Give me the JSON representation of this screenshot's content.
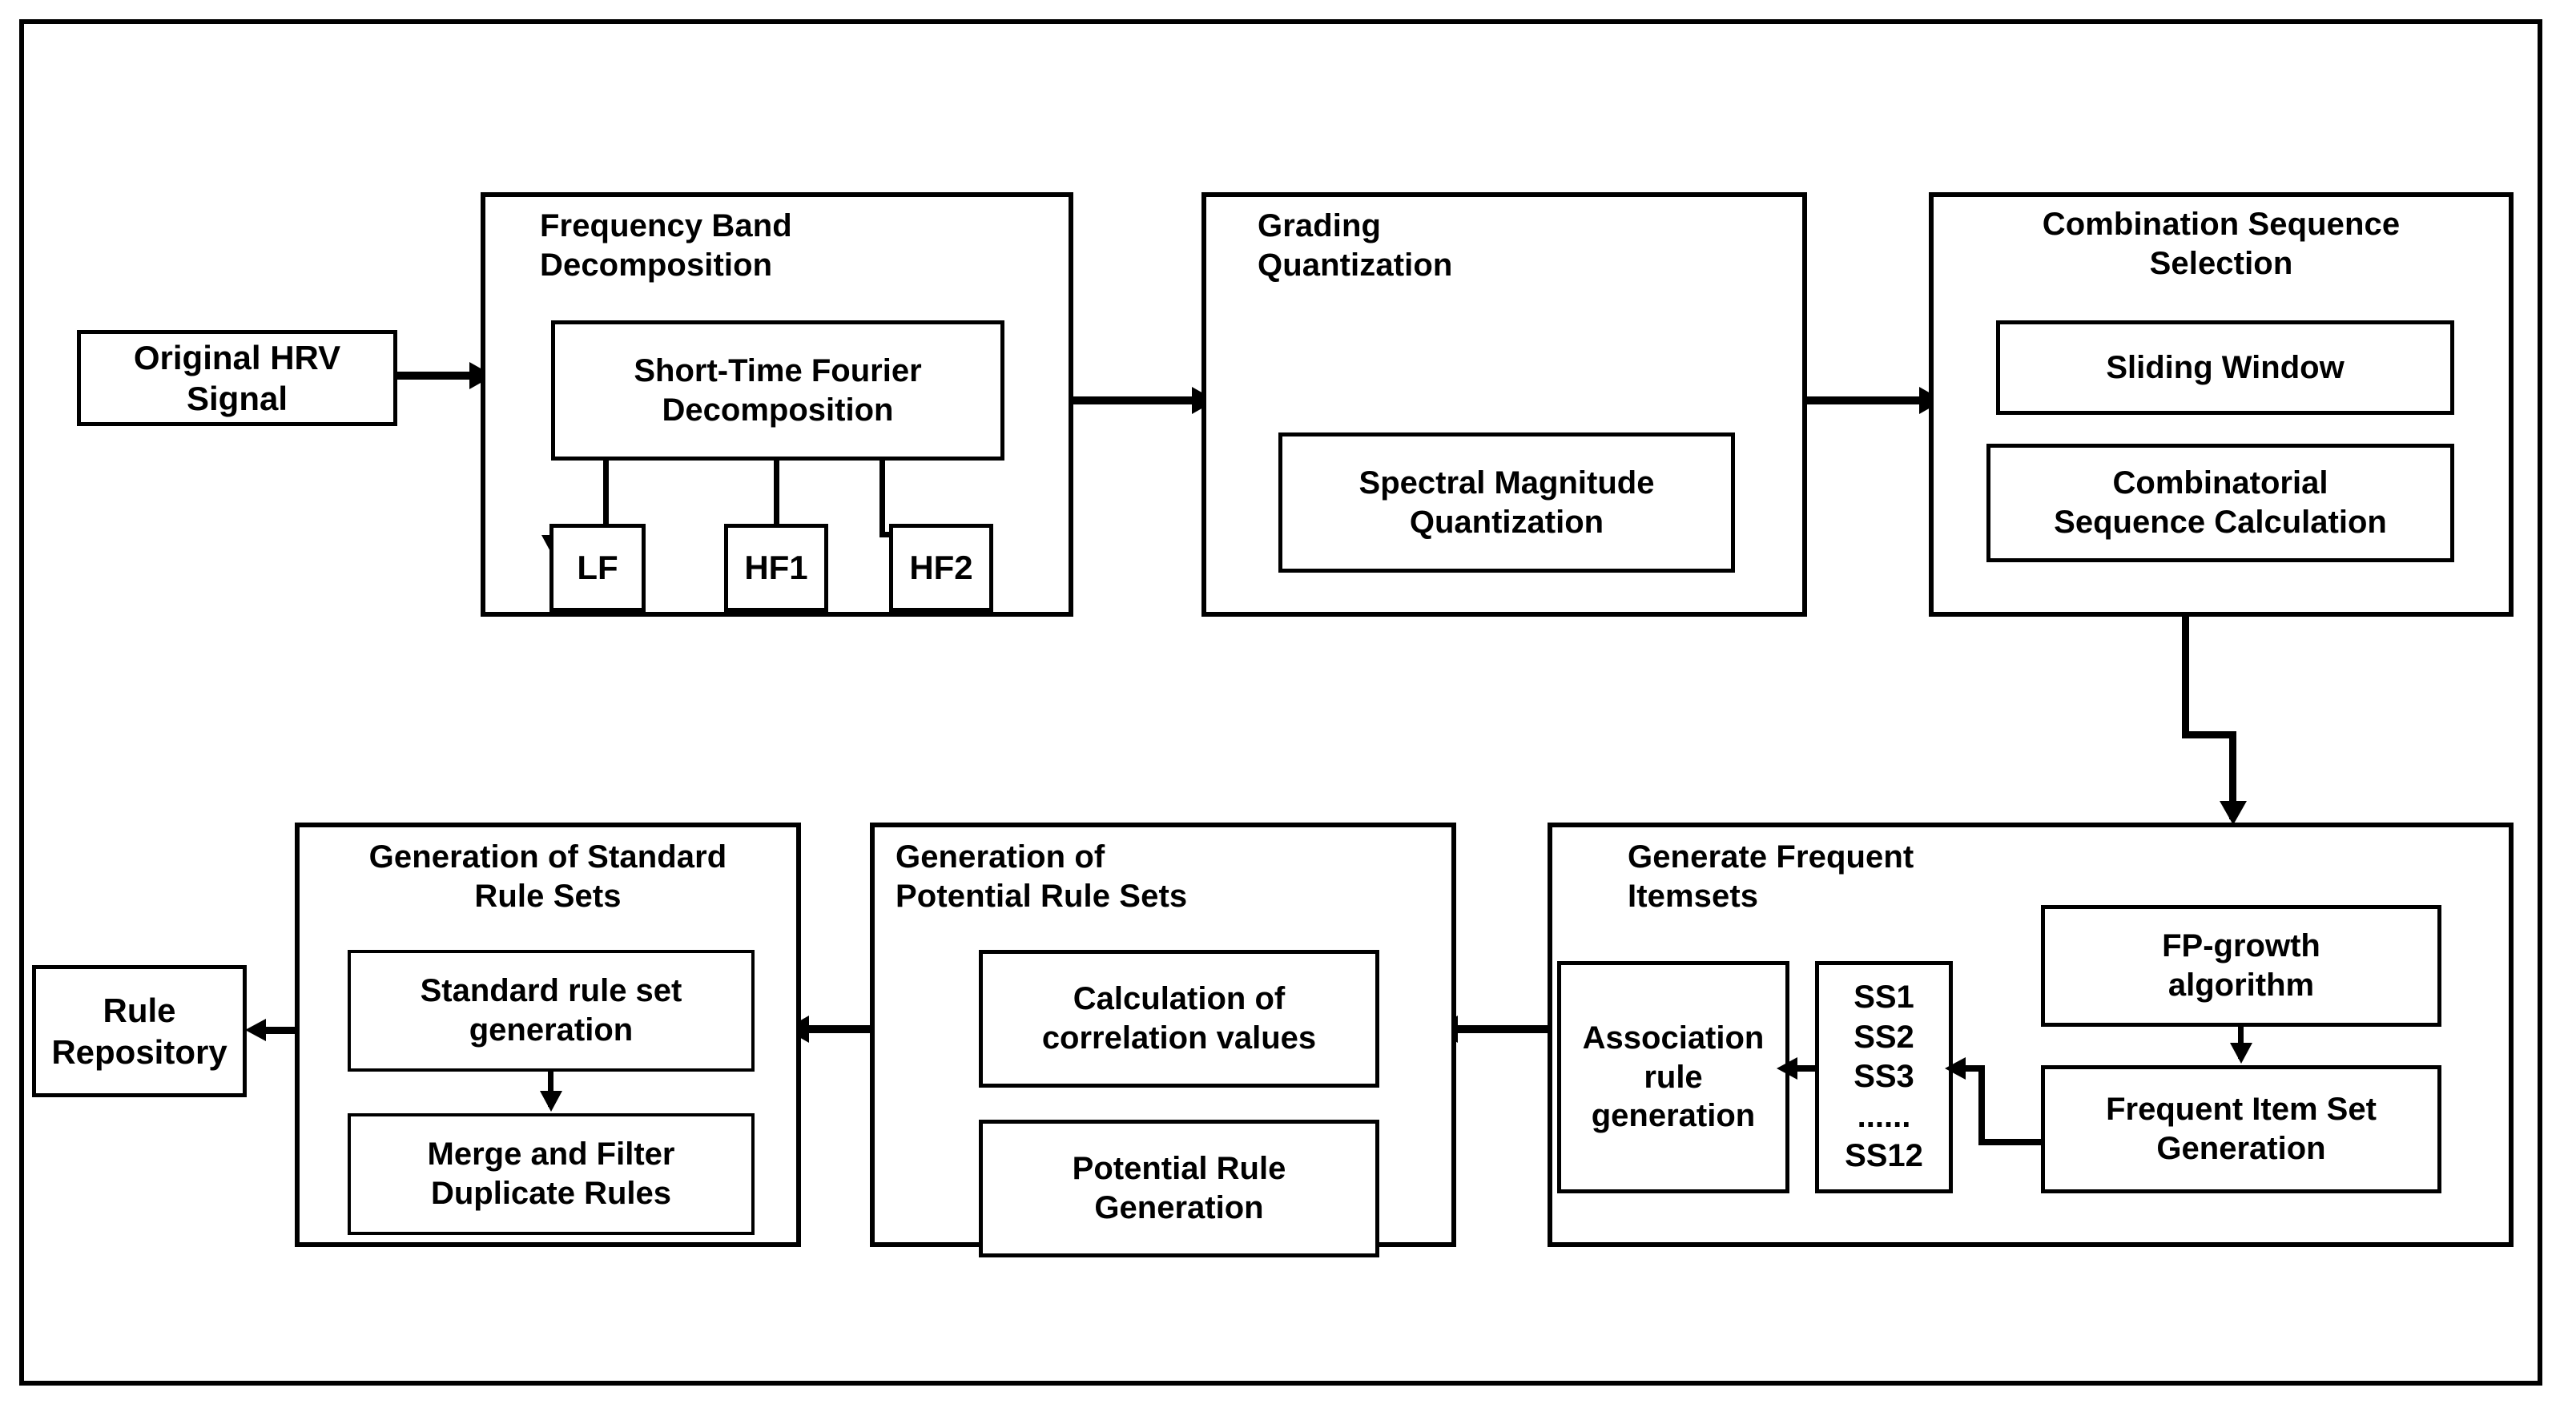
{
  "diagram": {
    "title": "HRV rule-mining pipeline flowchart",
    "stroke_color": "#000000",
    "background_color": "#ffffff"
  },
  "nodes": {
    "original_signal": {
      "label": "Original HRV\nSignal"
    },
    "freq_band": {
      "title": "Frequency Band\nDecomposition",
      "stft": "Short-Time Fourier\nDecomposition",
      "bands": [
        {
          "label": "LF"
        },
        {
          "label": "HF1"
        },
        {
          "label": "HF2"
        }
      ]
    },
    "grading": {
      "title": "Grading\nQuantization",
      "inner": "Spectral Magnitude\nQuantization"
    },
    "combination": {
      "title": "Combination Sequence\nSelection",
      "sliding_window": "Sliding Window",
      "combinatorial": "Combinatorial\nSequence Calculation"
    },
    "frequent_itemsets": {
      "title": "Generate Frequent\nItemsets",
      "association": "Association\nrule\ngeneration",
      "ss_items": [
        "SS1",
        "SS2",
        "SS3",
        "......",
        "SS12"
      ],
      "fp_growth": "FP-growth\nalgorithm",
      "frequent_item_set": "Frequent Item Set\nGeneration"
    },
    "potential_rules": {
      "title": "Generation of\nPotential Rule Sets",
      "correlation": "Calculation of\ncorrelation values",
      "potential_rule": "Potential Rule\nGeneration"
    },
    "standard_rules": {
      "title": "Generation of Standard\nRule Sets",
      "standard_rule_set": "Standard rule set\ngeneration",
      "merge_filter": "Merge and Filter\nDuplicate Rules"
    },
    "rule_repository": {
      "label": "Rule\nRepository"
    }
  }
}
